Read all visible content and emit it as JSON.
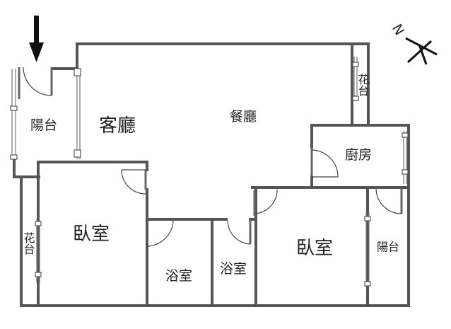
{
  "rooms": {
    "living_room": "客廳",
    "dining_room": "餐廳",
    "kitchen": "廚房",
    "balcony_west": "陽台",
    "balcony_east": "陽台",
    "bedroom_left": "臥室",
    "bedroom_right": "臥室",
    "bathroom_left": "浴室",
    "bathroom_right": "浴室",
    "planter_left": "花台",
    "planter_right": "花台"
  },
  "compass": {
    "north_letter": "N"
  },
  "colors": {
    "wall": "#555555",
    "text": "#222222",
    "entrance_arrow": "#111111"
  },
  "icons": {
    "entrance": "arrow-down-icon",
    "compass": "north-arrow-icon"
  }
}
